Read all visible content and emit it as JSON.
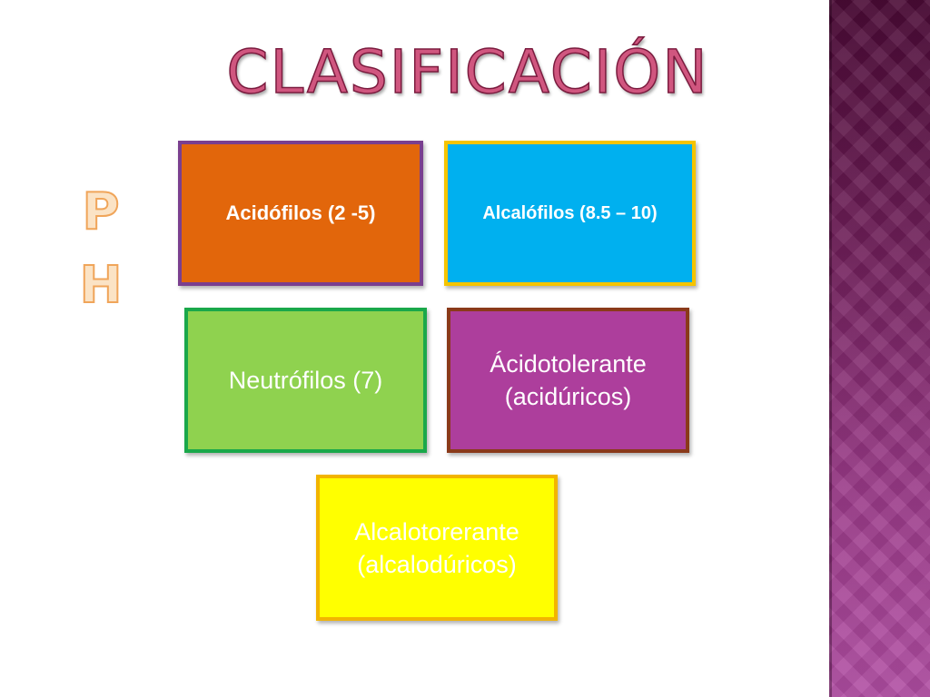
{
  "slide": {
    "title": "CLASIFICACIÓN",
    "side_label": [
      "P",
      "H"
    ],
    "boxes": {
      "acidofilos": "Acidófilos  (2 -5)",
      "alcalofilos": "Alcalófilos (8.5 – 10)",
      "neutrofilos": "Neutrófilos (7)",
      "acidotolerante": [
        "Ácidotolerante",
        "(acidúricos)"
      ],
      "alcalotolerante": [
        "Alcalotorerante",
        "(alcalodúricos)"
      ]
    }
  },
  "colors": {
    "title": "#d0567f",
    "orange_box": "#e2660b",
    "blue_box": "#00b0ef",
    "green_box": "#8fd24f",
    "purple_box": "#ad3e9c",
    "yellow_box": "#ffff00",
    "side_band": "#6e1e58"
  }
}
